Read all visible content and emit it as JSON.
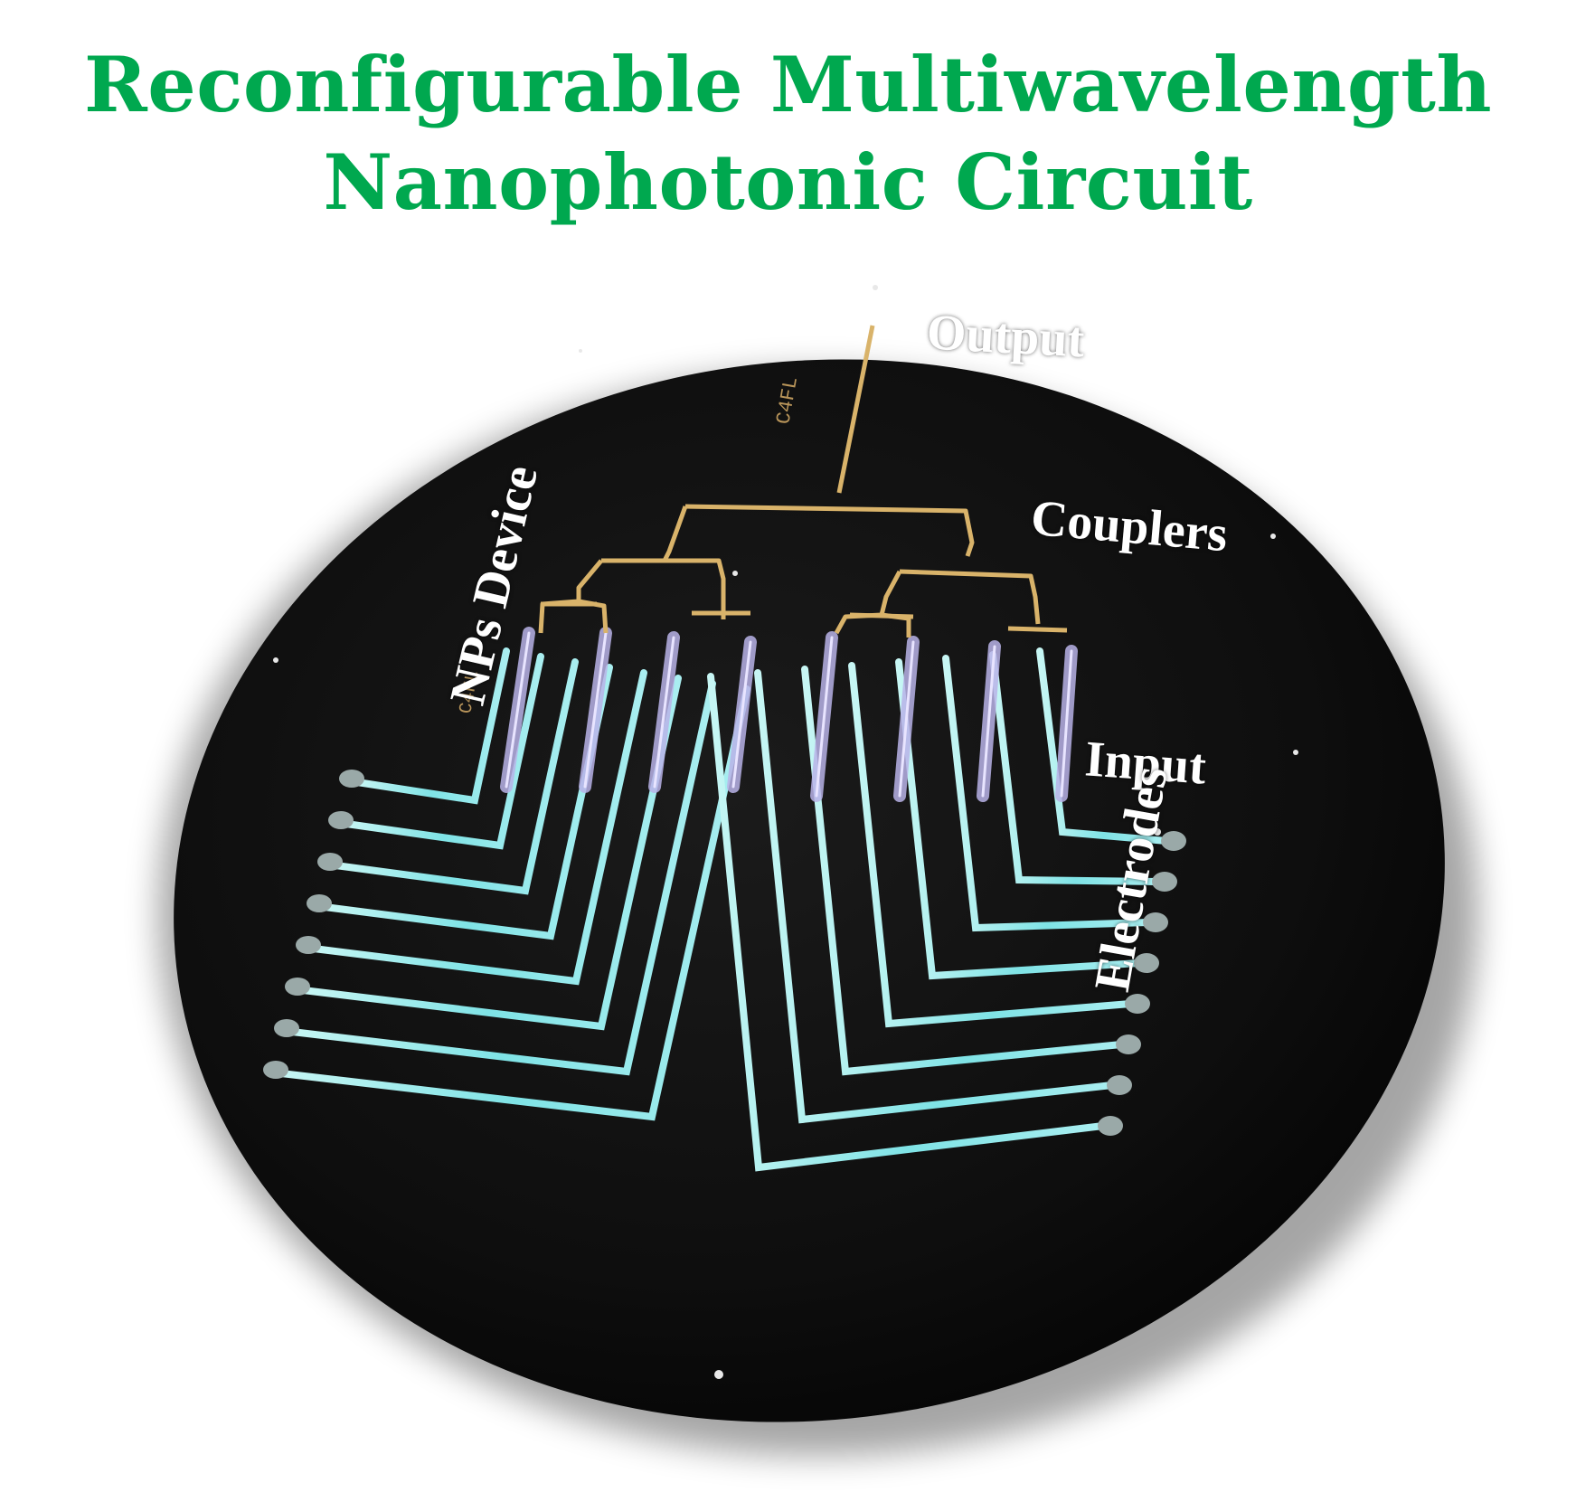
{
  "title": {
    "line1": "Reconfigurable Multiwavelength",
    "line2": "Nanophotonic Circuit",
    "color": "#00a84f"
  },
  "labels": {
    "output": "Output",
    "couplers": "Couplers",
    "input": "Input",
    "nps_device": "NPs Device",
    "electrodes": "Electrodes"
  },
  "colors": {
    "disc": "#0d0d0d",
    "waveguide_gold": "#d9b36a",
    "waveguide_violet": "#b9b3e8",
    "electrode_cyan": "#7fe3e6"
  }
}
